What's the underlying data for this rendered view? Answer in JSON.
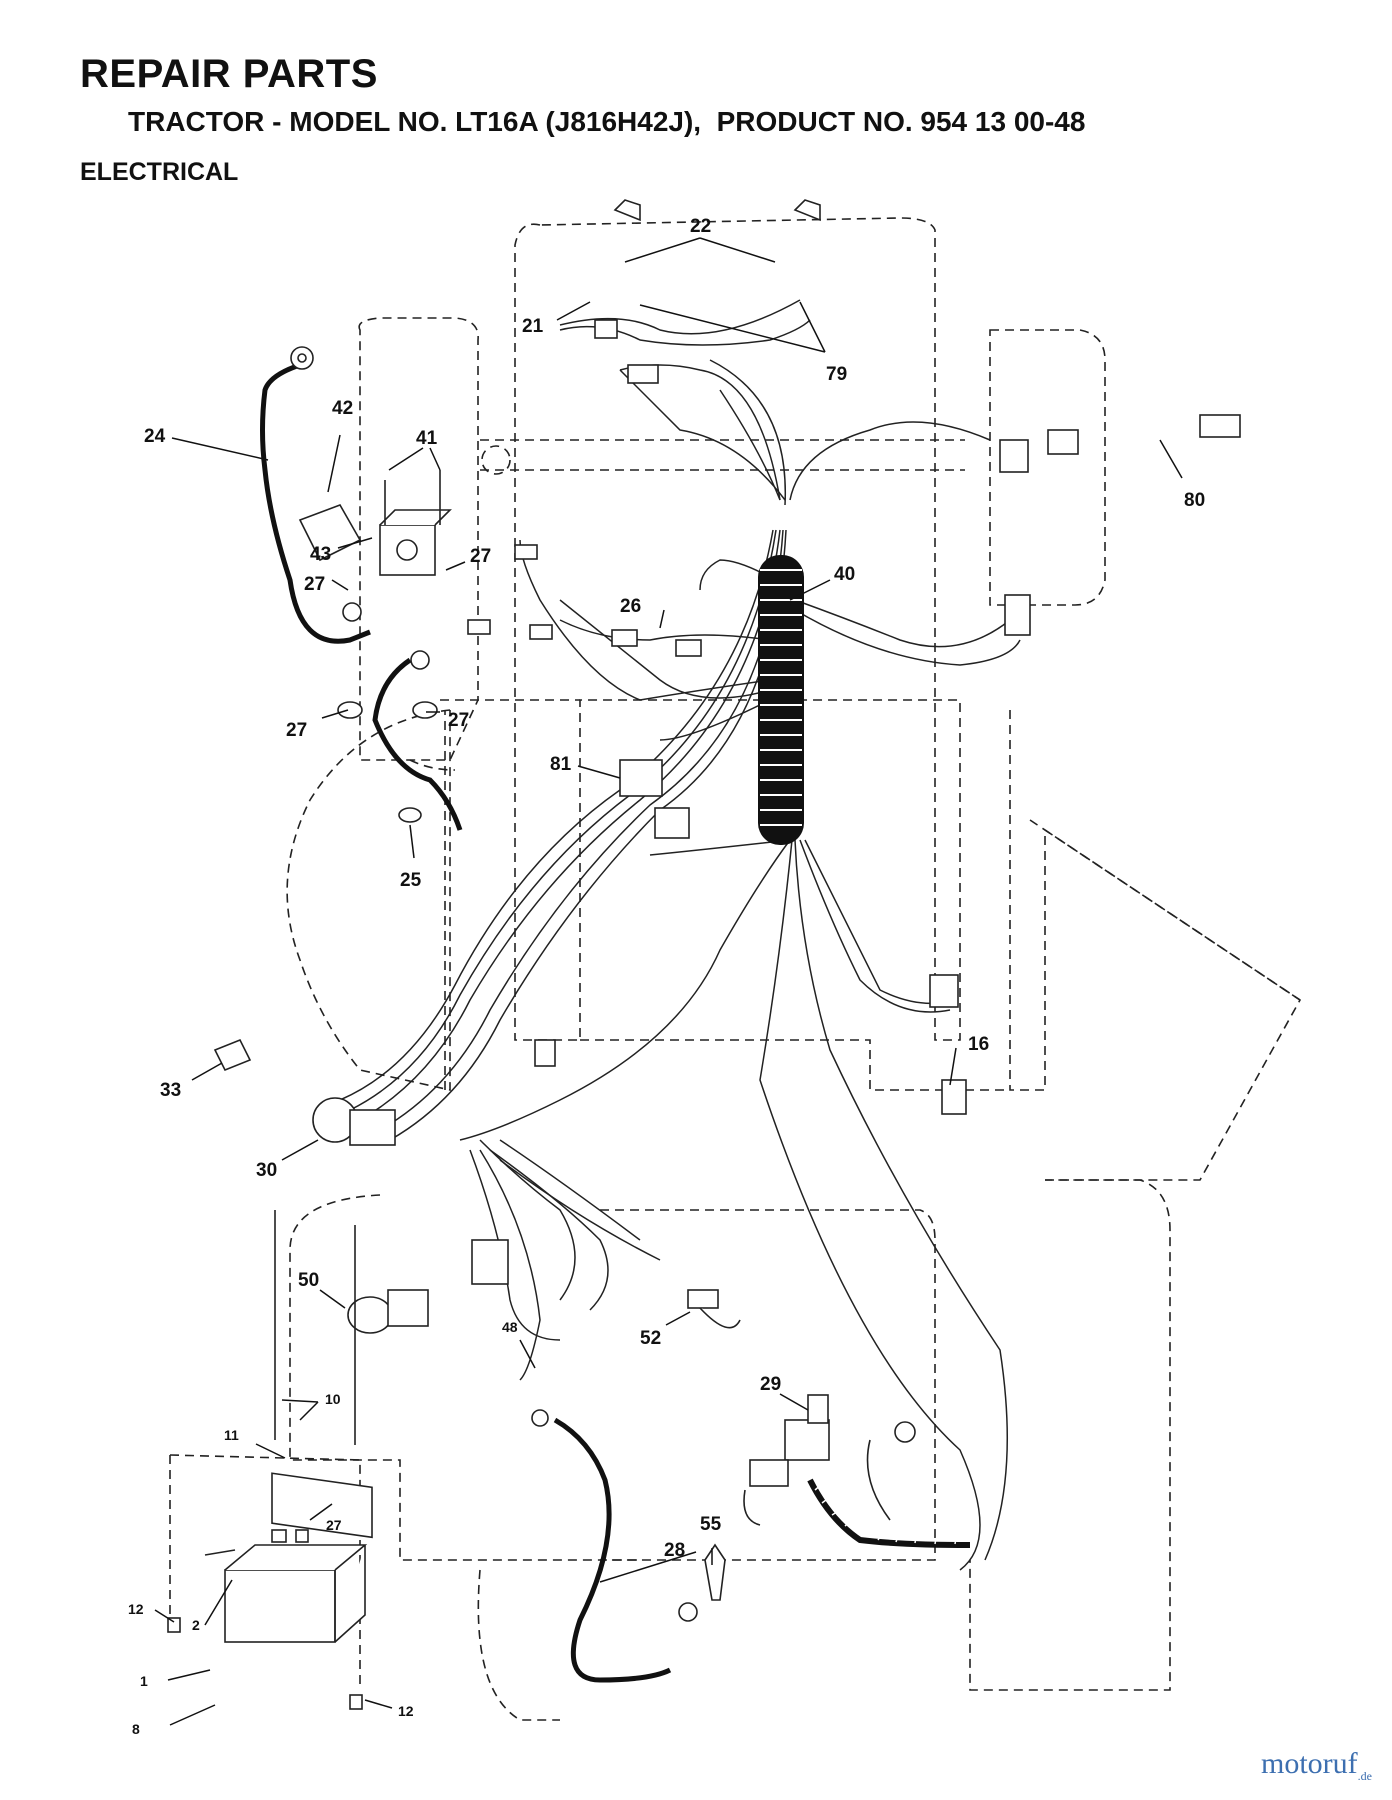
{
  "header": {
    "title": "REPAIR PARTS",
    "model_line": "TRACTOR - MODEL NO. LT16A (J816H42J),  PRODUCT NO. 954 13 00-48",
    "section": "ELECTRICAL"
  },
  "callouts": [
    "22",
    "21",
    "79",
    "42",
    "41",
    "24",
    "43",
    "27",
    "27",
    "27",
    "27",
    "27",
    "26",
    "40",
    "80",
    "81",
    "25",
    "33",
    "30",
    "16",
    "50",
    "10",
    "11",
    "48",
    "52",
    "29",
    "55",
    "28",
    "12",
    "2",
    "1",
    "8",
    "12"
  ],
  "watermark": {
    "text": "motoruf",
    "suffix": ".de"
  }
}
